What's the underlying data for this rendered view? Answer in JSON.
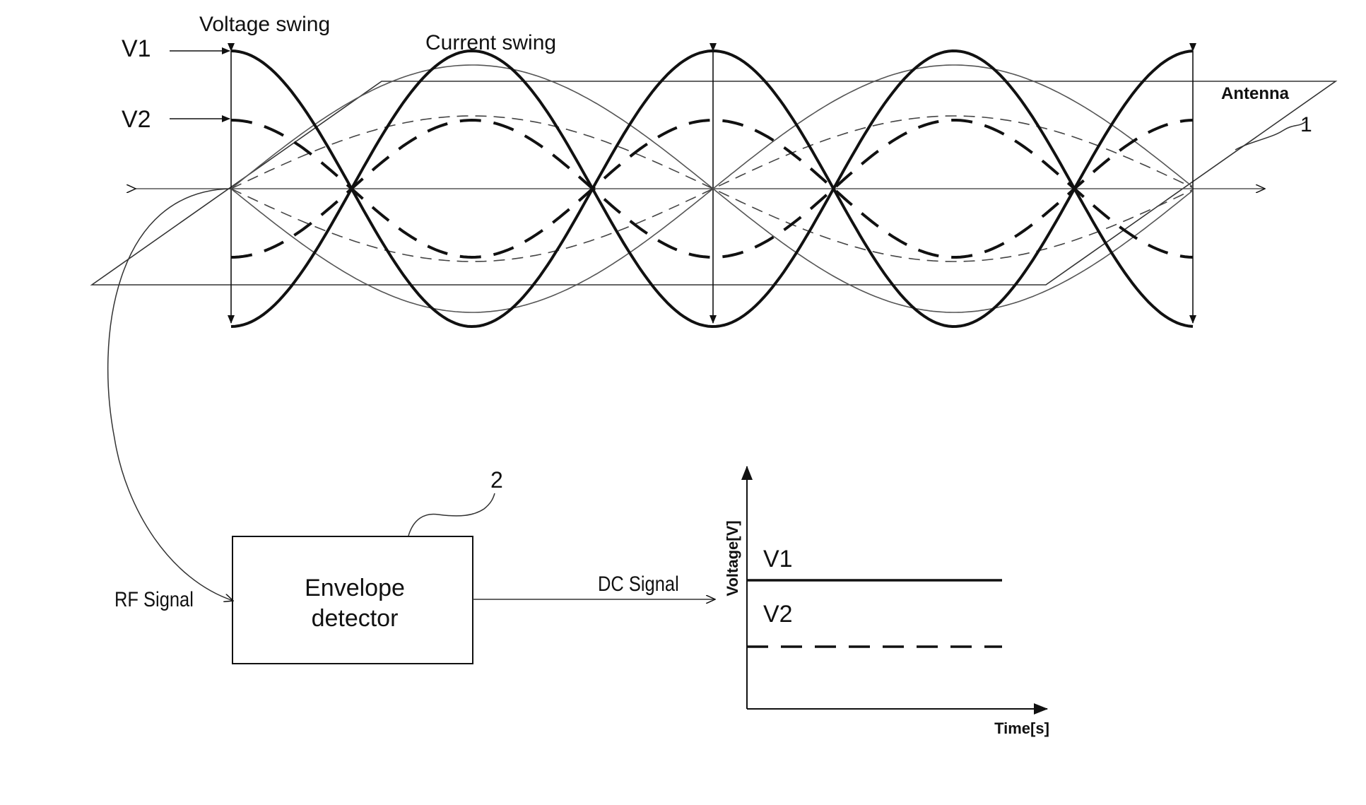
{
  "figure": {
    "labels": {
      "voltage_swing": "Voltage swing",
      "current_swing": "Current swing",
      "v1_top": "V1",
      "v2_top": "V2",
      "antenna": "Antenna",
      "antenna_ref": "1",
      "detector_ref": "2",
      "envelope_line1": "Envelope",
      "envelope_line2": "detector",
      "rf_signal": "RF Signal",
      "dc_signal": "DC Signal",
      "y_axis": "Voltage[V]",
      "x_axis": "Time[s]",
      "v1_graph": "V1",
      "v2_graph": "V2"
    },
    "colors": {
      "ink": "#111111",
      "light_ink": "#555555"
    }
  }
}
